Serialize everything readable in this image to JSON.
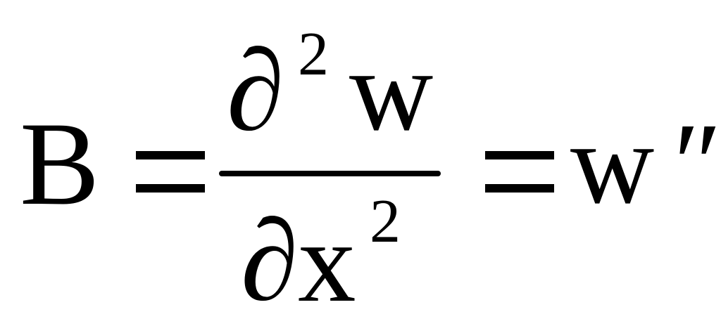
{
  "equation": {
    "lhs": "B",
    "equals_1": "=",
    "numerator": {
      "partial": "∂",
      "power": "2",
      "var": "w"
    },
    "denominator": {
      "partial": "∂",
      "var": "x",
      "power": "2"
    },
    "equals_2": "=",
    "rhs": {
      "var": "w",
      "prime": "″"
    }
  }
}
